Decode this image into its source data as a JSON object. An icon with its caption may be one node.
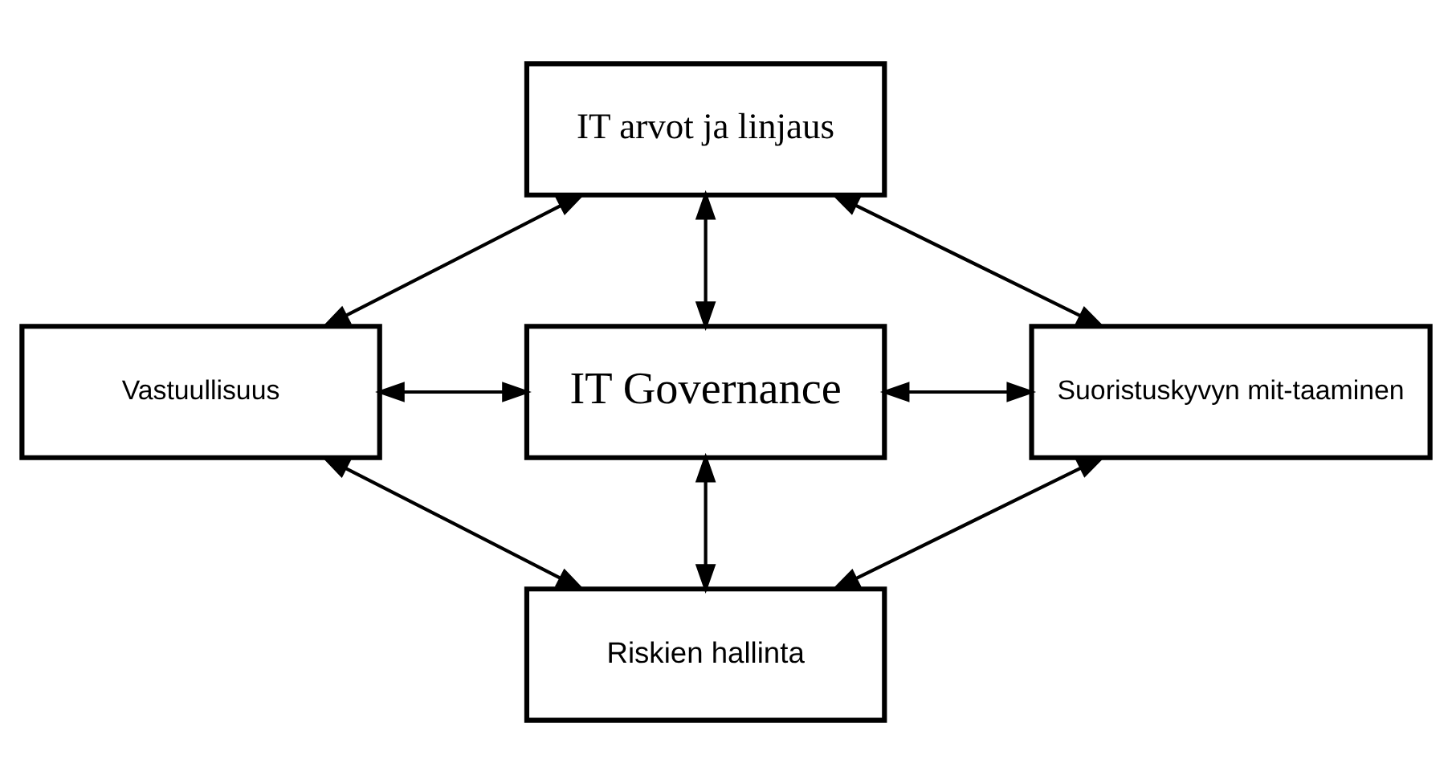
{
  "diagram": {
    "nodes": [
      {
        "text": [
          "IT arvot ja linjaus"
        ]
      },
      {
        "text": [
          "Vastuullisuus"
        ]
      },
      {
        "text": [
          "IT Governance"
        ]
      },
      {
        "text": [
          "Suoristuskyvyn mit-taaminen"
        ]
      },
      {
        "text": [
          "Riskien hallinta"
        ]
      }
    ],
    "edges": [
      {
        "from": 0,
        "to": 1,
        "arrow": "both"
      },
      {
        "from": 0,
        "to": 2,
        "arrow": "both"
      },
      {
        "from": 0,
        "to": 3,
        "arrow": "both"
      },
      {
        "from": 1,
        "to": 2,
        "arrow": "both"
      },
      {
        "from": 2,
        "to": 3,
        "arrow": "both"
      },
      {
        "from": 2,
        "to": 4,
        "arrow": "both"
      },
      {
        "from": 1,
        "to": 4,
        "arrow": "both"
      },
      {
        "from": 3,
        "to": 4,
        "arrow": "both"
      }
    ]
  }
}
